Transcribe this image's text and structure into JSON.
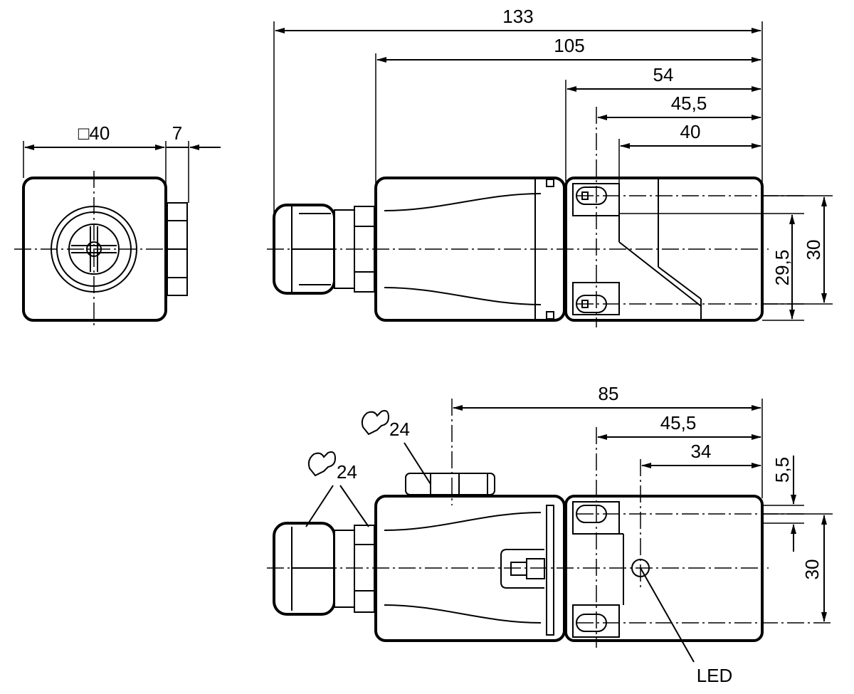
{
  "views": {
    "front": {
      "width_label": "□40",
      "depth_label": "7"
    },
    "side": {
      "dim_total": "133",
      "dim_body": "105",
      "dim_head": "54",
      "dim_holes": "45,5",
      "dim_face": "40",
      "dim_hole_spacing": "29,5",
      "dim_height": "30"
    },
    "top": {
      "wrench_top": "24",
      "wrench_gland": "24",
      "dim_nut": "85",
      "dim_holes": "45,5",
      "dim_led": "34",
      "dim_offset": "5,5",
      "dim_height": "30",
      "led_label": "LED"
    }
  }
}
